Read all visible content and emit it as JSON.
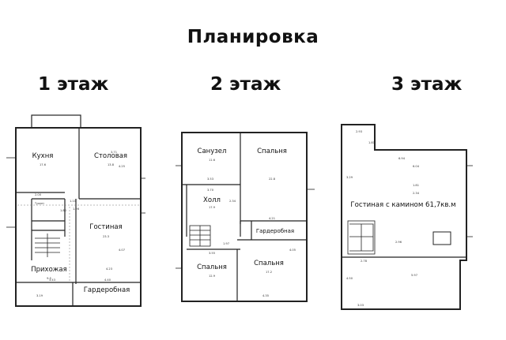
{
  "title": "Планировка",
  "floors": [
    {
      "label": "1 этаж",
      "rooms": [
        "Кухня",
        "Столовая",
        "Гостиная",
        "Прихожая",
        "Гардеробная"
      ],
      "small_labels": [
        "Туалет"
      ],
      "areas": [
        "17.6",
        "13.8",
        "23.3",
        "9.5"
      ],
      "dims": [
        "3.71",
        "4.25",
        "4.07",
        "4.23",
        "1.80",
        "1.10",
        "2.00",
        "3.43",
        "4.40",
        "1.26",
        "3.19"
      ]
    },
    {
      "label": "2 этаж",
      "rooms": [
        "Санузел",
        "Спальня",
        "Холл",
        "Гардеробная",
        "Спальня",
        "Спальня"
      ],
      "areas": [
        "11.6",
        "22.8",
        "17.9",
        "12.9",
        "17.2"
      ],
      "dims": [
        "3.53",
        "2.34",
        "3.70",
        "4.21",
        "3.55",
        "4.05",
        "4.35",
        "1.97"
      ]
    },
    {
      "label": "3 этаж",
      "rooms": [
        "Гостиная с камином 61,7кв.м"
      ],
      "dims": [
        "2.93",
        "1.81",
        "6.94",
        "6.04",
        "3.29",
        "1.81",
        "2.34",
        "2.96",
        "4.50",
        "3.03",
        "5.97",
        "2.78"
      ]
    }
  ]
}
